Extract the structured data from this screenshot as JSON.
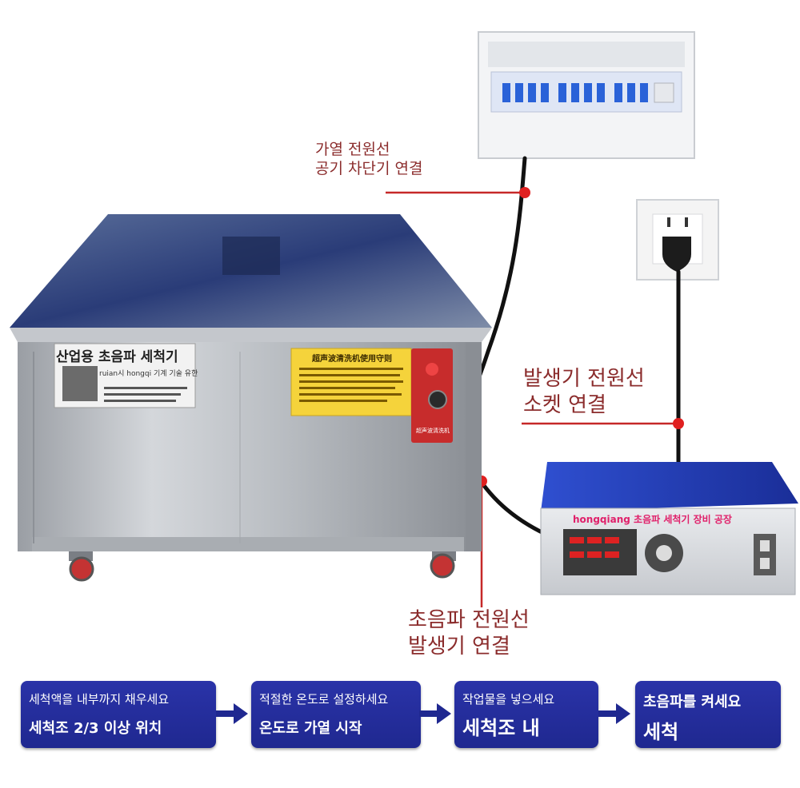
{
  "callouts": {
    "heating": {
      "line1": "가열 전원선",
      "line2": "공기 차단기 연결"
    },
    "generator": {
      "line1": "발생기 전원선",
      "line2": "소켓 연결"
    },
    "ultrasonic": {
      "line1": "초음파 전원선",
      "line2": "발생기 연결"
    }
  },
  "machine": {
    "label_title": "산업용 초음파 세척기",
    "label_sub": "ruian시 hongqi 기계 기술 유한 회사",
    "warning_title": "超声波清洗机使用守则",
    "panel_bottom": "超声波清洗机"
  },
  "generator_box": {
    "title": "hongqiang 초음파 세척기 장비 공장"
  },
  "steps": [
    {
      "line1": "세척액을 내부까지 채우세요",
      "line2": "세척조 2/3 이상 위치"
    },
    {
      "line1": "적절한 온도로 설정하세요",
      "line2": "온도로 가열 시작"
    },
    {
      "line1": "작업물을 넣으세요",
      "line2": "세척조 내"
    },
    {
      "line1": "초음파를 켜세요",
      "line2": "세척"
    }
  ],
  "colors": {
    "step_bg": "#1f2890",
    "callout_text": "#8b2c2c",
    "wire": "#111111",
    "dot": "#e02020",
    "leader": "#c62828"
  }
}
